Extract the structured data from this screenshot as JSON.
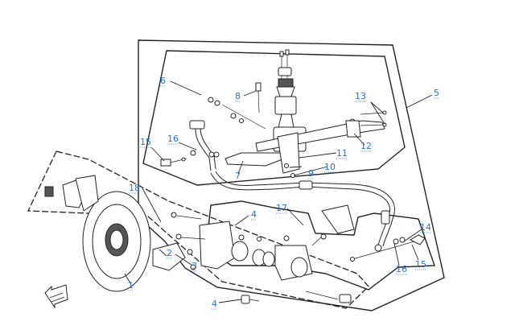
{
  "diagram": {
    "callouts": [
      {
        "id": "c-1",
        "text": "1"
      },
      {
        "id": "c-2",
        "text": "2"
      },
      {
        "id": "c-3",
        "text": "3"
      },
      {
        "id": "c-4a",
        "text": "4"
      },
      {
        "id": "c-4b",
        "text": "4"
      },
      {
        "id": "c-5",
        "text": "5"
      },
      {
        "id": "c-6",
        "text": "6"
      },
      {
        "id": "c-7",
        "text": "7"
      },
      {
        "id": "c-8",
        "text": "8"
      },
      {
        "id": "c-9",
        "text": "9"
      },
      {
        "id": "c-10",
        "text": "10"
      },
      {
        "id": "c-11",
        "text": "11"
      },
      {
        "id": "c-12",
        "text": "12"
      },
      {
        "id": "c-13",
        "text": "13"
      },
      {
        "id": "c-14",
        "text": "14"
      },
      {
        "id": "c-15a",
        "text": "15"
      },
      {
        "id": "c-15b",
        "text": "15"
      },
      {
        "id": "c-16a",
        "text": "16"
      },
      {
        "id": "c-16b",
        "text": "16"
      },
      {
        "id": "c-17",
        "text": "17"
      },
      {
        "id": "c-18",
        "text": "18"
      }
    ]
  }
}
